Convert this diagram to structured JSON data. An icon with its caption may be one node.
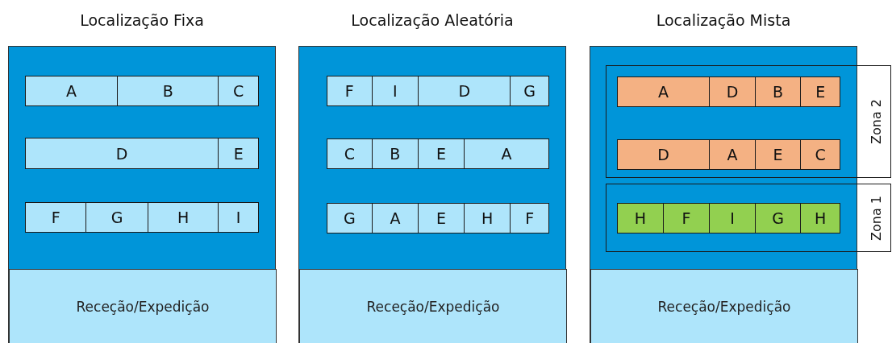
{
  "diagram": {
    "nodes": [
      {
        "text": [
          "Localização Fixa"
        ]
      },
      {
        "text": [],
        "shape": "bar",
        "in": 0
      },
      {
        "text": [
          "A"
        ],
        "in": 1
      },
      {
        "text": [
          "B"
        ],
        "in": 1
      },
      {
        "text": [
          "C"
        ],
        "in": 1
      },
      {
        "text": [],
        "shape": "bar",
        "in": 0
      },
      {
        "text": [
          "D"
        ],
        "in": 5
      },
      {
        "text": [
          "E"
        ],
        "in": 5
      },
      {
        "text": [],
        "shape": "bar",
        "in": 0
      },
      {
        "text": [
          "F"
        ],
        "in": 8
      },
      {
        "text": [
          "G"
        ],
        "in": 8
      },
      {
        "text": [
          "H"
        ],
        "in": 8
      },
      {
        "text": [
          "I"
        ],
        "in": 8
      },
      {
        "text": [
          "Receção/Expedição"
        ],
        "in": 0
      },
      {
        "text": [
          "Localização Aleatória"
        ]
      },
      {
        "text": [],
        "shape": "bar",
        "in": 14
      },
      {
        "text": [
          "F"
        ],
        "in": 15
      },
      {
        "text": [
          "I"
        ],
        "in": 15
      },
      {
        "text": [
          "D"
        ],
        "in": 15
      },
      {
        "text": [
          "G"
        ],
        "in": 15
      },
      {
        "text": [],
        "shape": "bar",
        "in": 14
      },
      {
        "text": [
          "C"
        ],
        "in": 20
      },
      {
        "text": [
          "B"
        ],
        "in": 20
      },
      {
        "text": [
          "E"
        ],
        "in": 20
      },
      {
        "text": [
          "A"
        ],
        "in": 20
      },
      {
        "text": [],
        "shape": "bar",
        "in": 14
      },
      {
        "text": [
          "G"
        ],
        "in": 25
      },
      {
        "text": [
          "A"
        ],
        "in": 25
      },
      {
        "text": [
          "E"
        ],
        "in": 25
      },
      {
        "text": [
          "H"
        ],
        "in": 25
      },
      {
        "text": [
          "F"
        ],
        "in": 25
      },
      {
        "text": [
          "Receção/Expedição"
        ],
        "in": 14
      },
      {
        "text": [
          "Localização Mista"
        ]
      },
      {
        "text": [
          "Zona 2"
        ],
        "in": 32
      },
      {
        "text": [],
        "shape": "bar",
        "in": 33
      },
      {
        "text": [
          "A"
        ],
        "in": 34
      },
      {
        "text": [
          "D"
        ],
        "in": 34
      },
      {
        "text": [
          "B"
        ],
        "in": 34
      },
      {
        "text": [
          "E"
        ],
        "in": 34
      },
      {
        "text": [],
        "shape": "bar",
        "in": 33
      },
      {
        "text": [
          "D"
        ],
        "in": 39
      },
      {
        "text": [
          "A"
        ],
        "in": 39
      },
      {
        "text": [
          "E"
        ],
        "in": 39
      },
      {
        "text": [
          "C"
        ],
        "in": 39
      },
      {
        "text": [
          "Zona 1"
        ],
        "in": 32
      },
      {
        "text": [],
        "shape": "bar",
        "in": 44
      },
      {
        "text": [
          "H"
        ],
        "in": 45
      },
      {
        "text": [
          "F"
        ],
        "in": 45
      },
      {
        "text": [
          "I"
        ],
        "in": 45
      },
      {
        "text": [
          "G"
        ],
        "in": 45
      },
      {
        "text": [
          "H"
        ],
        "in": 45
      },
      {
        "text": [
          "Receção/Expedição"
        ],
        "in": 32
      }
    ],
    "edges": []
  }
}
